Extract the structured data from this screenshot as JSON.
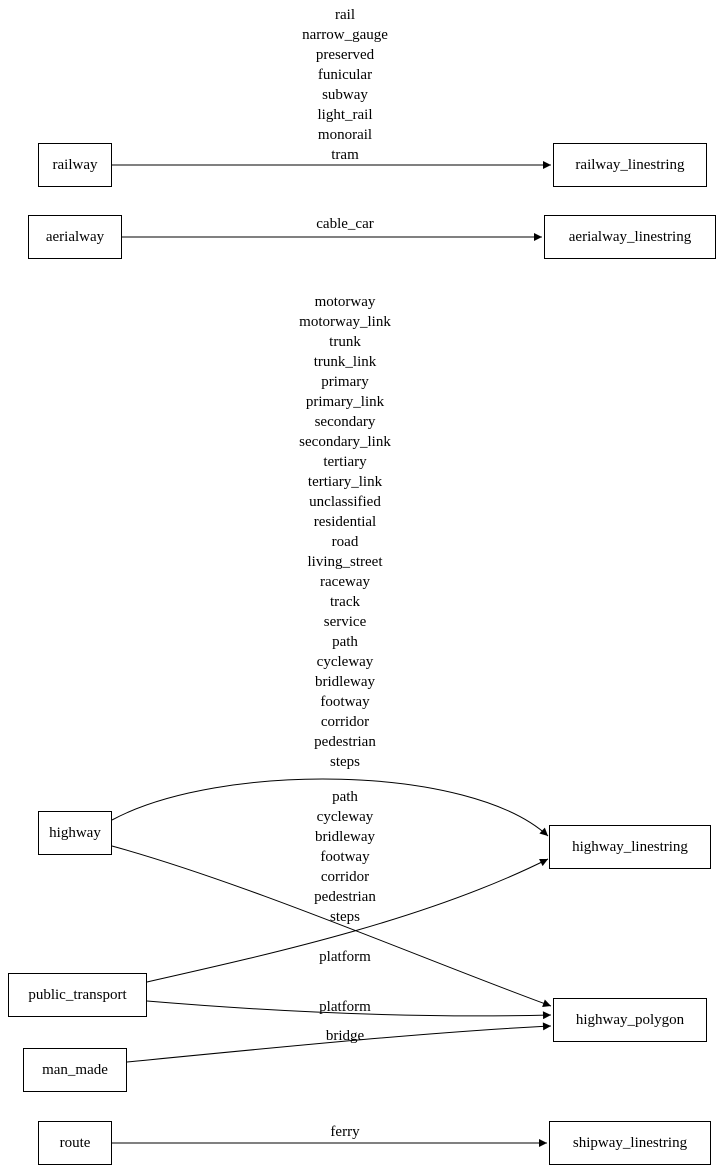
{
  "colors": {
    "background": "#ffffff",
    "stroke": "#000000",
    "text": "#000000"
  },
  "diagram": {
    "nodes": {
      "railway": {
        "label": "railway"
      },
      "railway_linestring": {
        "label": "railway_linestring"
      },
      "aerialway": {
        "label": "aerialway"
      },
      "aerialway_linestring": {
        "label": "aerialway_linestring"
      },
      "highway": {
        "label": "highway"
      },
      "highway_linestring": {
        "label": "highway_linestring"
      },
      "public_transport": {
        "label": "public_transport"
      },
      "highway_polygon": {
        "label": "highway_polygon"
      },
      "man_made": {
        "label": "man_made"
      },
      "route": {
        "label": "route"
      },
      "shipway_linestring": {
        "label": "shipway_linestring"
      }
    },
    "edges": {
      "railway_to_railway_linestring": {
        "from": "railway",
        "to": "railway_linestring",
        "label_values": [
          "rail",
          "narrow_gauge",
          "preserved",
          "funicular",
          "subway",
          "light_rail",
          "monorail",
          "tram"
        ]
      },
      "aerialway_to_aerialway_linestring": {
        "from": "aerialway",
        "to": "aerialway_linestring",
        "label_values": [
          "cable_car"
        ]
      },
      "highway_to_highway_linestring": {
        "from": "highway",
        "to": "highway_linestring",
        "label_values": [
          "motorway",
          "motorway_link",
          "trunk",
          "trunk_link",
          "primary",
          "primary_link",
          "secondary",
          "secondary_link",
          "tertiary",
          "tertiary_link",
          "unclassified",
          "residential",
          "road",
          "living_street",
          "raceway",
          "track",
          "service",
          "path",
          "cycleway",
          "bridleway",
          "footway",
          "corridor",
          "pedestrian",
          "steps"
        ]
      },
      "highway_to_highway_polygon": {
        "from": "highway",
        "to": "highway_polygon",
        "label_values": [
          "path",
          "cycleway",
          "bridleway",
          "footway",
          "corridor",
          "pedestrian",
          "steps"
        ]
      },
      "public_transport_to_highway_linestring": {
        "from": "public_transport",
        "to": "highway_linestring",
        "label_values": [
          "platform"
        ]
      },
      "public_transport_to_highway_polygon": {
        "from": "public_transport",
        "to": "highway_polygon",
        "label_values": [
          "platform"
        ]
      },
      "man_made_to_highway_polygon": {
        "from": "man_made",
        "to": "highway_polygon",
        "label_values": [
          "bridge"
        ]
      },
      "route_to_shipway_linestring": {
        "from": "route",
        "to": "shipway_linestring",
        "label_values": [
          "ferry"
        ]
      }
    }
  }
}
